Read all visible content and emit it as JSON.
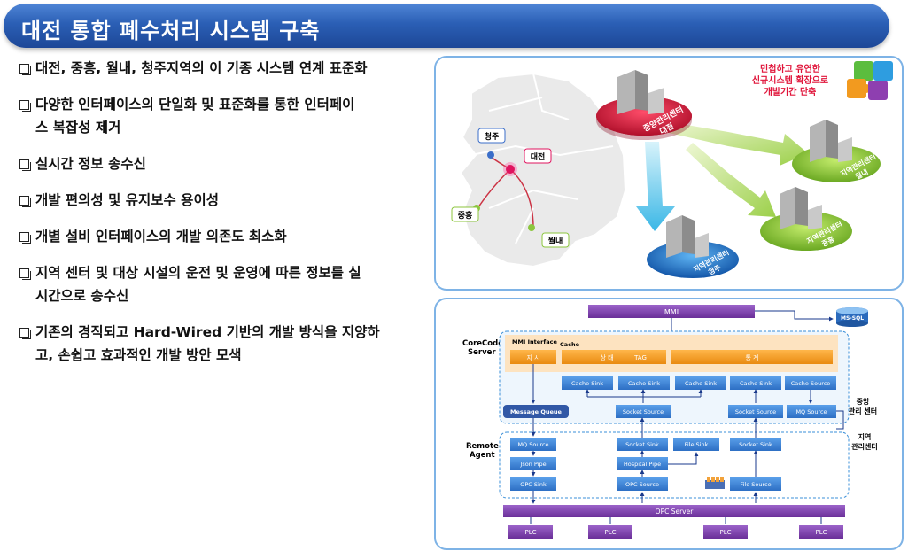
{
  "header": {
    "title": "대전 통합 폐수처리 시스템 구축"
  },
  "bullets": [
    {
      "text": "대전, 중흥, 월내, 청주지역의 이 기종 시스템 연계 표준화"
    },
    {
      "line1": "다양한 인터페이스의 단일화 및 표준화를 통한 인터페이",
      "line2": "스 복잡성 제거"
    },
    {
      "text": "실시간 정보 송수신"
    },
    {
      "text": "개발 편의성 및 유지보수 용이성"
    },
    {
      "text": "개별 설비 인터페이스의 개발 의존도 최소화"
    },
    {
      "line1": "지역 센터 및 대상 시설의 운전 및 운영에 따른 정보를 실",
      "line2": "시간으로 송수신"
    },
    {
      "line1": "기존의 경직되고 Hard-Wired 기반의 개발 방식을 지양하",
      "line2": "고, 손쉽고 효과적인 개발 방안 모색"
    }
  ],
  "map": {
    "cities": {
      "cheongju": "청주",
      "daejeon": "대전",
      "junghung": "중흥",
      "wolnae": "월내"
    },
    "callout": {
      "line1": "민첩하고 유연한",
      "line2": "신규시스템 확장으로",
      "line3": "개발기간 단축"
    },
    "centers": {
      "central": {
        "line1": "중앙관리센터",
        "line2": "대전"
      },
      "wolnae": {
        "line1": "지역관리센터",
        "line2": "월내"
      },
      "junghung": {
        "line1": "지역관리센터",
        "line2": "중흥"
      },
      "cheongju": {
        "line1": "지역관리센터",
        "line2": "청주"
      }
    }
  },
  "arch": {
    "mmi": "MMI",
    "mssql": "MS-SQL",
    "corecode_server": {
      "line1": "CoreCode",
      "line2": "Server"
    },
    "mmi_interface": "MMI Interface",
    "cache": "Cache",
    "cache_items": [
      "지 시",
      "상 태",
      "TAG",
      "통 계"
    ],
    "cache_sinks": [
      "Cache Sink",
      "Cache Sink",
      "Cache Sink",
      "Cache Sink",
      "Cache Source"
    ],
    "message_queue": "Message Queue",
    "socket_source_1": "Socket Source",
    "socket_source_2": "Socket Source",
    "mq_source_top": "MQ Source",
    "central_center": {
      "line1": "중앙",
      "line2": "관리 센터"
    },
    "remote_agent": {
      "line1": "Remote",
      "line2": "Agent"
    },
    "regional_center": {
      "line1": "지역",
      "line2": "관리센터"
    },
    "mq_source": "MQ Source",
    "json_pipe": "Json Pipe",
    "opc_sink": "OPC Sink",
    "socket_sink_1": "Socket Sink",
    "hospital_pipe": "Hospital Pipe",
    "opc_source": "OPC Source",
    "file_sink": "File Sink",
    "socket_sink_2": "Socket Sink",
    "file_source": "File Source",
    "opc_server": "OPC Server",
    "plc": [
      "PLC",
      "PLC",
      "PLC",
      "PLC"
    ]
  },
  "colors": {
    "header": "#2b5fb5",
    "purple_bar": "#7a3fa6",
    "node_blue": "#3d7fd6",
    "cache_orange": "#f39a1e",
    "central_center": "#d8173d",
    "regional_green": "#8cc63e",
    "regional_blue": "#1f7bd2"
  }
}
